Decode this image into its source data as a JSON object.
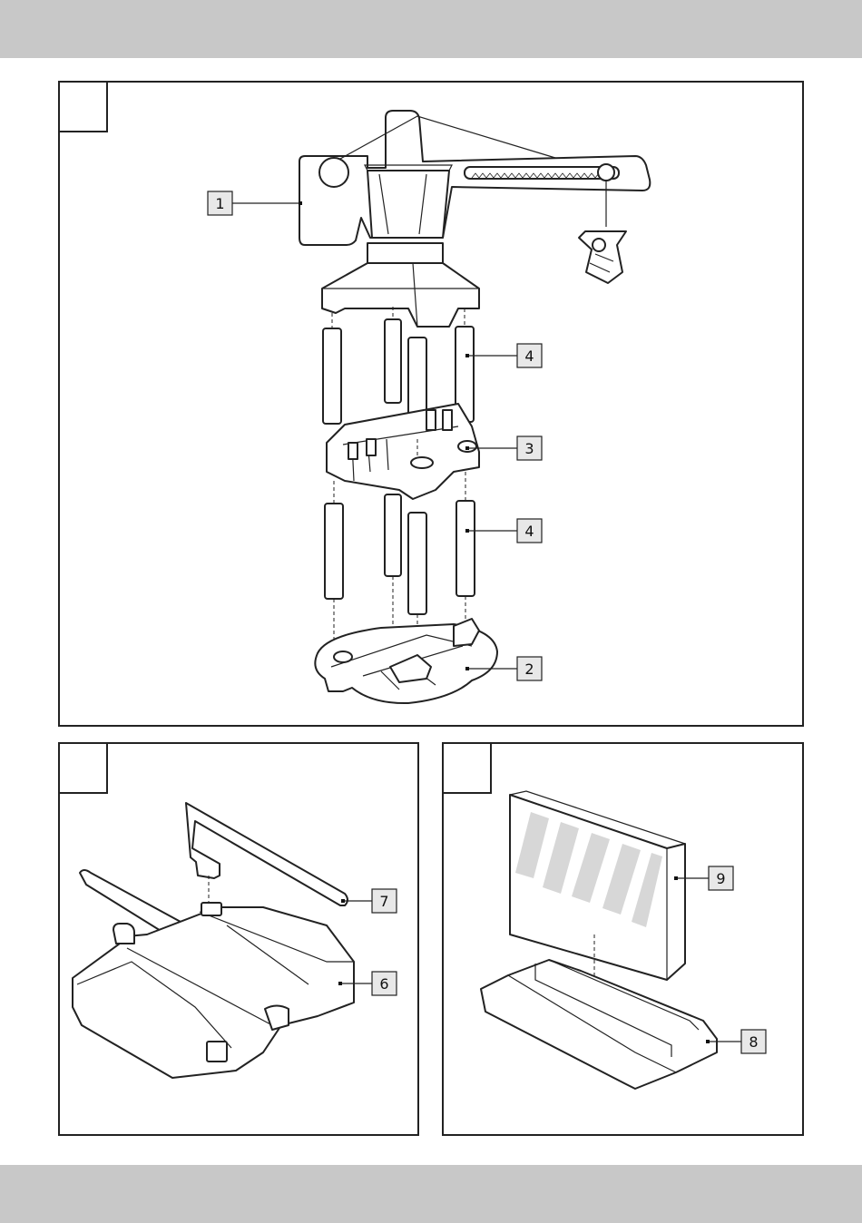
{
  "figure_a": {
    "callouts": [
      {
        "number": "1"
      },
      {
        "number": "4"
      },
      {
        "number": "3"
      },
      {
        "number": "4"
      },
      {
        "number": "2"
      }
    ]
  },
  "figure_b": {
    "callouts": [
      {
        "number": "7"
      },
      {
        "number": "6"
      }
    ]
  },
  "figure_c": {
    "callouts": [
      {
        "number": "9"
      },
      {
        "number": "8"
      }
    ]
  }
}
